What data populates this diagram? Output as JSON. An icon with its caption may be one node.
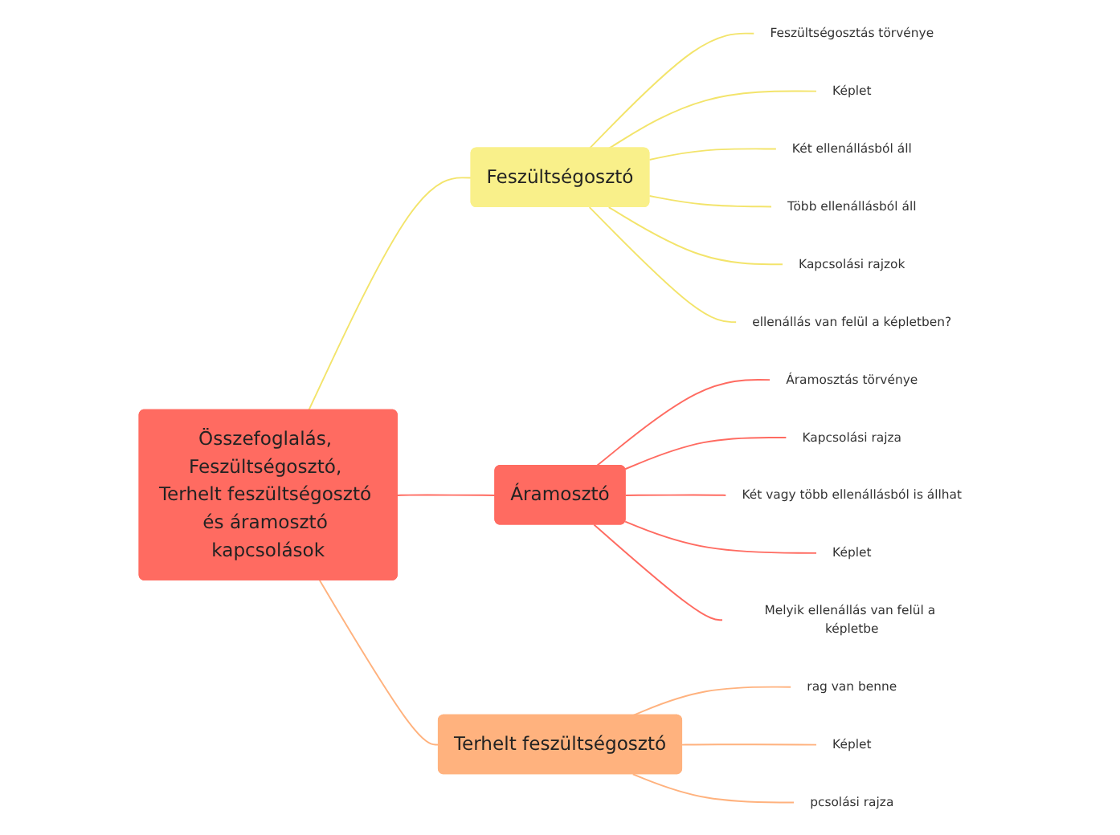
{
  "diagram": {
    "nodes": [
      {
        "text": [
          "Összefoglalás, Feszültségosztó, Terhelt feszültségosztó és áramosztó kapcsolások"
        ]
      },
      {
        "text": [
          "Feszültségosztó"
        ]
      },
      {
        "text": [
          "Feszültségosztás törvénye"
        ]
      },
      {
        "text": [
          "Képlet"
        ]
      },
      {
        "text": [
          "Két ellenállásból áll"
        ]
      },
      {
        "text": [
          "Több ellenállásból áll"
        ]
      },
      {
        "text": [
          "Kapcsolási rajzok"
        ]
      },
      {
        "text": [
          "ellenállás van felül a képletben?"
        ]
      },
      {
        "text": [
          "Áramosztó"
        ]
      },
      {
        "text": [
          "Áramosztás törvénye"
        ]
      },
      {
        "text": [
          "Kapcsolási rajza"
        ]
      },
      {
        "text": [
          "Két vagy több ellenállásból is állhat"
        ]
      },
      {
        "text": [
          "Képlet"
        ]
      },
      {
        "text": [
          "Melyik ellenállás van felül a képletbe"
        ]
      },
      {
        "text": [
          "Terhelt feszültségosztó"
        ]
      },
      {
        "text": [
          "rag van benne"
        ]
      },
      {
        "text": [
          "Képlet"
        ]
      },
      {
        "text": [
          "pcsolási rajza"
        ]
      }
    ],
    "edges": [
      {
        "from": 0,
        "to": 1,
        "arrow": "none"
      },
      {
        "from": 1,
        "to": 2,
        "arrow": "none"
      },
      {
        "from": 1,
        "to": 3,
        "arrow": "none"
      },
      {
        "from": 1,
        "to": 4,
        "arrow": "none"
      },
      {
        "from": 1,
        "to": 5,
        "arrow": "none"
      },
      {
        "from": 1,
        "to": 6,
        "arrow": "none"
      },
      {
        "from": 1,
        "to": 7,
        "arrow": "none"
      },
      {
        "from": 0,
        "to": 8,
        "arrow": "none",
        "color": "#ff6b61"
      },
      {
        "from": 8,
        "to": 9,
        "arrow": "none",
        "color": "#ff6b61"
      },
      {
        "from": 8,
        "to": 10,
        "arrow": "none",
        "color": "#ff6b61"
      },
      {
        "from": 8,
        "to": 11,
        "arrow": "none",
        "color": "#ff6b61"
      },
      {
        "from": 8,
        "to": 12,
        "arrow": "none",
        "color": "#ff6b61"
      },
      {
        "from": 8,
        "to": 13,
        "arrow": "none",
        "color": "#ff6b61"
      },
      {
        "from": 0,
        "to": 14,
        "arrow": "none",
        "color": "#ffb27e"
      },
      {
        "from": 14,
        "to": 15,
        "arrow": "none",
        "color": "#ffb27e"
      },
      {
        "from": 14,
        "to": 16,
        "arrow": "none",
        "color": "#ffb27e"
      },
      {
        "from": 14,
        "to": 17,
        "arrow": "none",
        "color": "#ffb27e"
      }
    ]
  }
}
